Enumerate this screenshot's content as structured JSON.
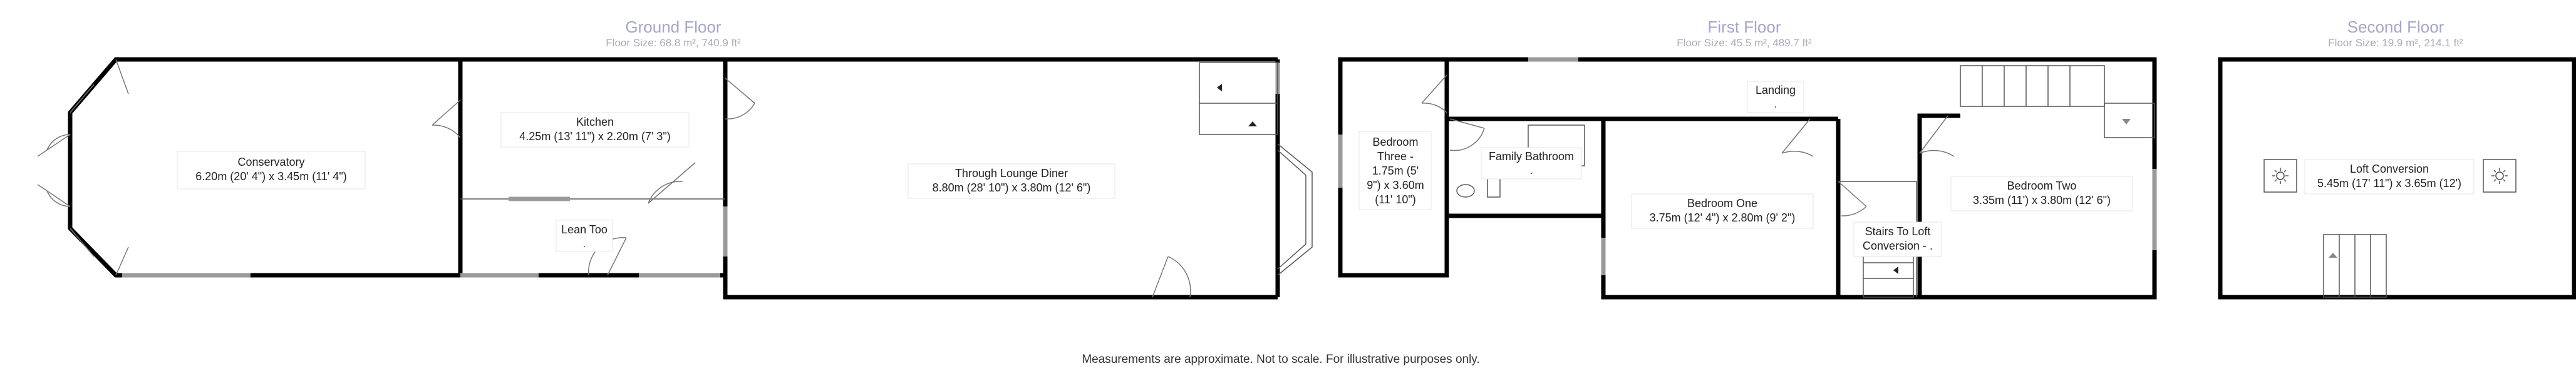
{
  "floors": [
    {
      "title": "Ground Floor",
      "size": "Floor Size: 68.8 m², 740.9 ft²",
      "rooms": [
        {
          "name": "Conservatory",
          "dims": "6.20m (20' 4\") x 3.45m (11' 4\")"
        },
        {
          "name": "Kitchen",
          "dims": "4.25m (13' 11\") x 2.20m (7' 3\")"
        },
        {
          "name": "Lean Too",
          "dims": "."
        },
        {
          "name": "Through Lounge Diner",
          "dims": "8.80m (28' 10\") x 3.80m (12' 6\")"
        }
      ]
    },
    {
      "title": "First Floor",
      "size": "Floor Size: 45.5 m², 489.7 ft²",
      "rooms": [
        {
          "name": "Bedroom",
          "line2": "Three -",
          "line3": "1.75m (5'",
          "line4": "9\") x 3.60m",
          "line5": "(11' 10\")"
        },
        {
          "name": "Family Bathroom",
          "dims": "."
        },
        {
          "name": "Landing",
          "dims": "."
        },
        {
          "name": "Bedroom One",
          "dims": "3.75m (12' 4\") x 2.80m (9' 2\")"
        },
        {
          "name": "Stairs To Loft",
          "line2": "Conversion - ."
        },
        {
          "name": "Bedroom Two",
          "dims": "3.35m (11') x 3.80m (12' 6\")"
        }
      ]
    },
    {
      "title": "Second Floor",
      "size": "Floor Size: 19.9 m², 214.1 ft²",
      "rooms": [
        {
          "name": "Loft Conversion",
          "dims": "5.45m (17' 11\") x 3.65m (12')"
        }
      ]
    }
  ],
  "footer": "Measurements are approximate. Not to scale. For illustrative purposes only.",
  "colors": {
    "title": "#a4a7c9",
    "wall": "#000000",
    "window": "#9a9a9a"
  }
}
